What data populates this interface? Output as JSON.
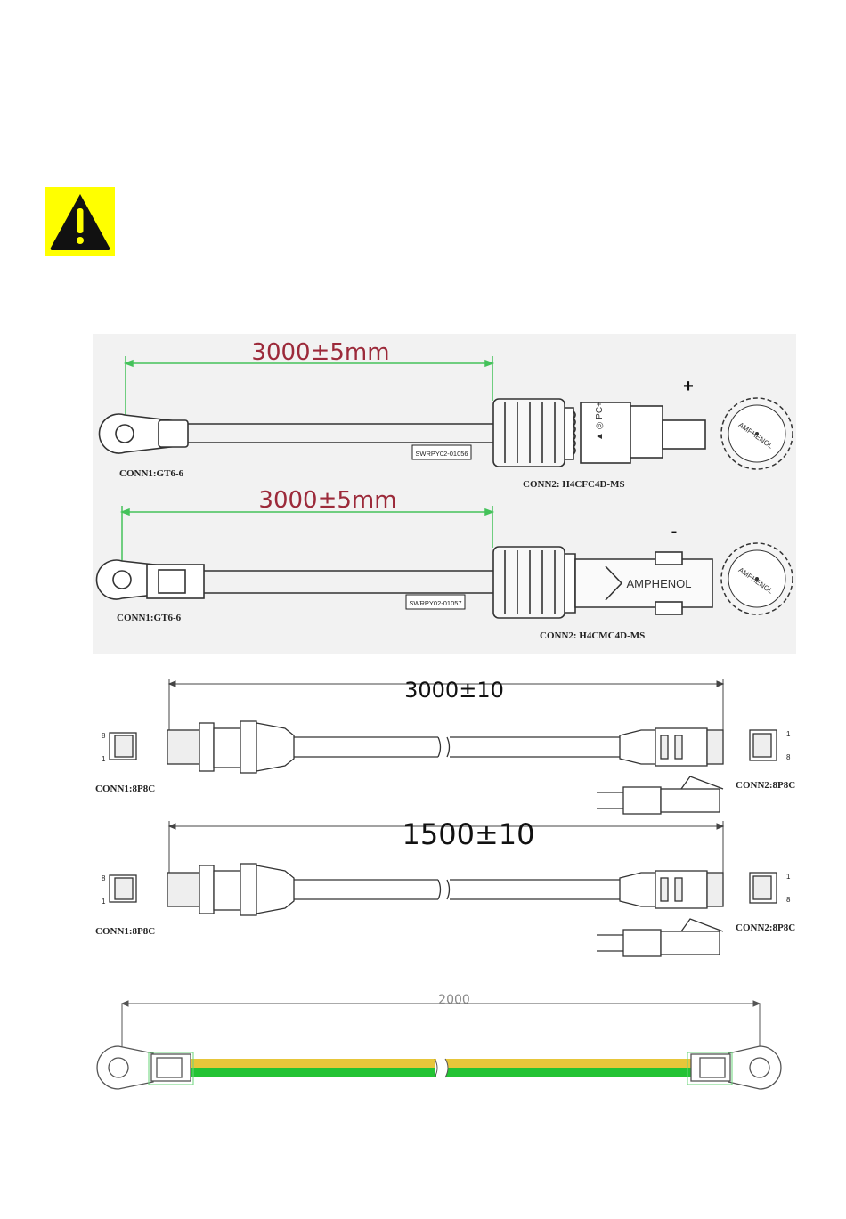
{
  "warning_icon": "warning-triangle-icon",
  "colors": {
    "warning_bg": "#ffff00",
    "dim_green": "#44c25a",
    "dim_text_red": "#9c2a3a",
    "ground_yellow": "#e7c63a",
    "ground_green": "#23c334"
  },
  "pv_cables": [
    {
      "length_label": "3000±5mm",
      "polarity": "+",
      "conn1_label": "CONN1:GT6-6",
      "conn2_label": "CONN2: H4CFC4D-MS",
      "part_label": "SWRPY02-01056",
      "brand_mark": "AMPHENOL"
    },
    {
      "length_label": "3000±5mm",
      "polarity": "-",
      "conn1_label": "CONN1:GT6-6",
      "conn2_label": "CONN2: H4CMC4D-MS",
      "part_label": "SWRPY02-01057",
      "connector_text": "AMPHENOL",
      "brand_mark": "AMPHENOL"
    }
  ],
  "comm_cables": [
    {
      "length_label": "3000±10",
      "conn1_label": "CONN1:8P8C",
      "conn2_label": "CONN2:8P8C",
      "pin_top_left": "8",
      "pin_bottom_left": "1",
      "pin_top_right": "1",
      "pin_bottom_right": "8"
    },
    {
      "length_label": "1500±10",
      "conn1_label": "CONN1:8P8C",
      "conn2_label": "CONN2:8P8C",
      "pin_top_left": "8",
      "pin_bottom_left": "1",
      "pin_top_right": "1",
      "pin_bottom_right": "8"
    }
  ],
  "ground_cable": {
    "length_label": "2000"
  }
}
